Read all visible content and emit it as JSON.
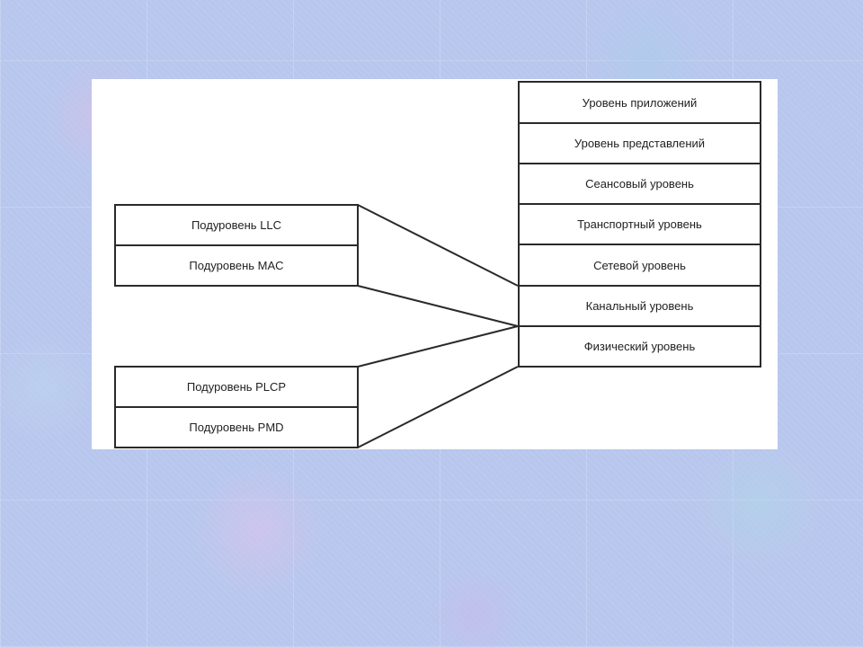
{
  "osi_stack": {
    "layers": [
      {
        "label": "Уровень приложений"
      },
      {
        "label": "Уровень представлений"
      },
      {
        "label": "Сеансовый уровень"
      },
      {
        "label": "Транспортный уровень"
      },
      {
        "label": "Сетевой уровень"
      },
      {
        "label": "Канальный уровень"
      },
      {
        "label": "Физический уровень"
      }
    ]
  },
  "datalink_group": {
    "sublayers": [
      {
        "label": "Подуровень LLC"
      },
      {
        "label": "Подуровень MAC"
      }
    ]
  },
  "physical_group": {
    "sublayers": [
      {
        "label": "Подуровень PLCP"
      },
      {
        "label": "Подуровень PMD"
      }
    ]
  },
  "colors": {
    "line": "#2a2a2a",
    "panel": "#ffffff",
    "background": "#b9c8ee"
  }
}
